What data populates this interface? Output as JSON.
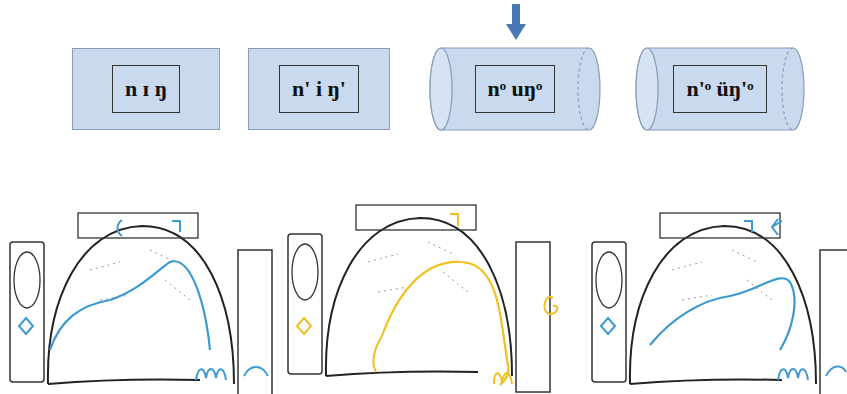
{
  "diagram": {
    "nodes": [
      {
        "text": [
          "n ɪ ŋ"
        ]
      },
      {
        "text": [
          "n' i ŋ'"
        ]
      },
      {
        "text": [
          "nᵒ uŋᵒ"
        ]
      },
      {
        "text": [
          "n'ᵒ üŋ'ᵒ"
        ]
      }
    ]
  }
}
